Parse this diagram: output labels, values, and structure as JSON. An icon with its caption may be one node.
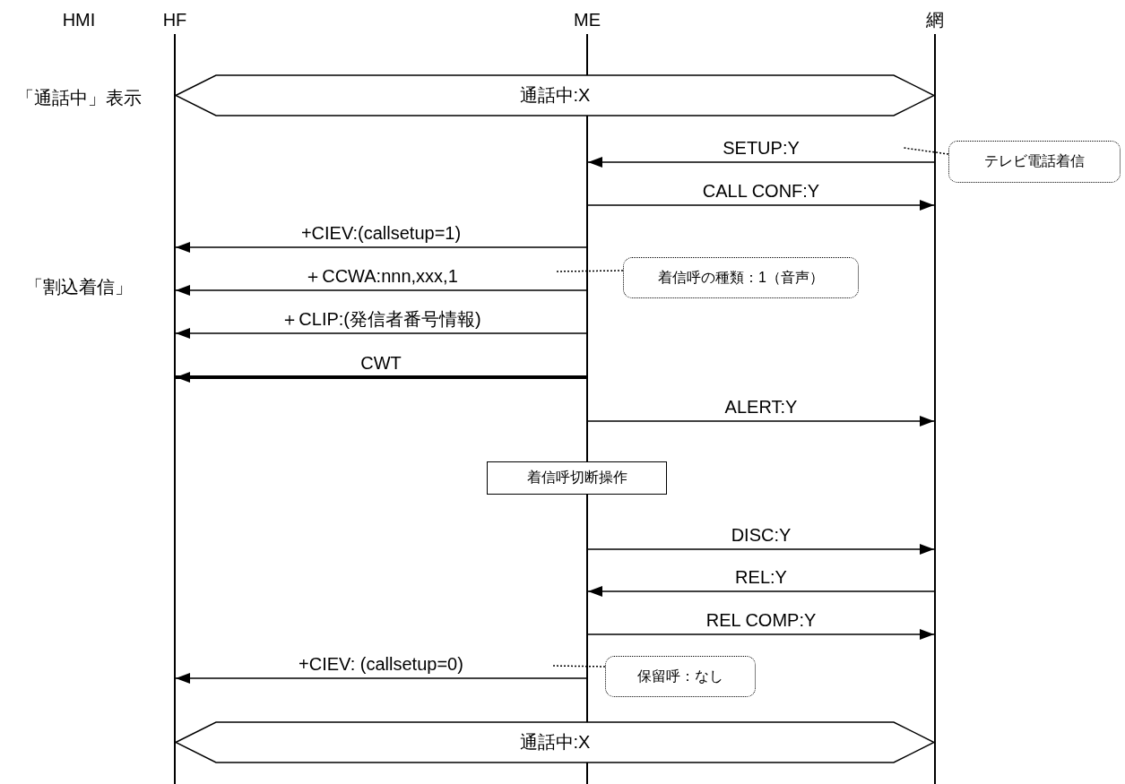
{
  "diagram": {
    "nodes": [
      {
        "text": [
          "HF"
        ]
      },
      {
        "text": [
          "ME"
        ]
      },
      {
        "text": [
          "網"
        ]
      },
      {
        "text": [
          "通話中:X"
        ]
      },
      {
        "text": [
          "テレビ電話着信"
        ]
      },
      {
        "text": [
          "着信呼の種類：1（音声）"
        ]
      },
      {
        "text": [
          "着信呼切断操作"
        ]
      },
      {
        "text": [
          "保留呼：なし"
        ]
      },
      {
        "text": [
          "通話中:X"
        ]
      }
    ],
    "edges": [
      {
        "from": 2,
        "to": 1,
        "arrow": "to",
        "label": "SETUP:Y"
      },
      {
        "from": 1,
        "to": 2,
        "arrow": "to",
        "label": "CALL CONF:Y"
      },
      {
        "from": 1,
        "to": 0,
        "arrow": "to",
        "label": "+CIEV:(callsetup=1)"
      },
      {
        "from": 1,
        "to": 0,
        "arrow": "to",
        "label": "＋CCWA:nnn,xxx,1"
      },
      {
        "from": 1,
        "to": 0,
        "arrow": "to",
        "label": "＋CLIP:(発信者番号情報)"
      },
      {
        "from": 1,
        "to": 0,
        "arrow": "to",
        "label": "CWT",
        "style": "thick"
      },
      {
        "from": 1,
        "to": 2,
        "arrow": "to",
        "label": "ALERT:Y"
      },
      {
        "from": 1,
        "to": 2,
        "arrow": "to",
        "label": "DISC:Y"
      },
      {
        "from": 2,
        "to": 1,
        "arrow": "to",
        "label": "REL:Y"
      },
      {
        "from": 1,
        "to": 2,
        "arrow": "to",
        "label": "REL COMP:Y"
      },
      {
        "from": 1,
        "to": 0,
        "arrow": "to",
        "label": "+CIEV: (callsetup=0)"
      },
      {
        "from": 4,
        "to": null,
        "arrow": "none",
        "style": "dashed"
      },
      {
        "from": 5,
        "to": null,
        "arrow": "none",
        "style": "dashed"
      },
      {
        "from": 7,
        "to": null,
        "arrow": "none",
        "style": "dashed"
      }
    ],
    "labels": [
      "HMI",
      "「通話中」表示",
      "「割込着信」"
    ]
  }
}
